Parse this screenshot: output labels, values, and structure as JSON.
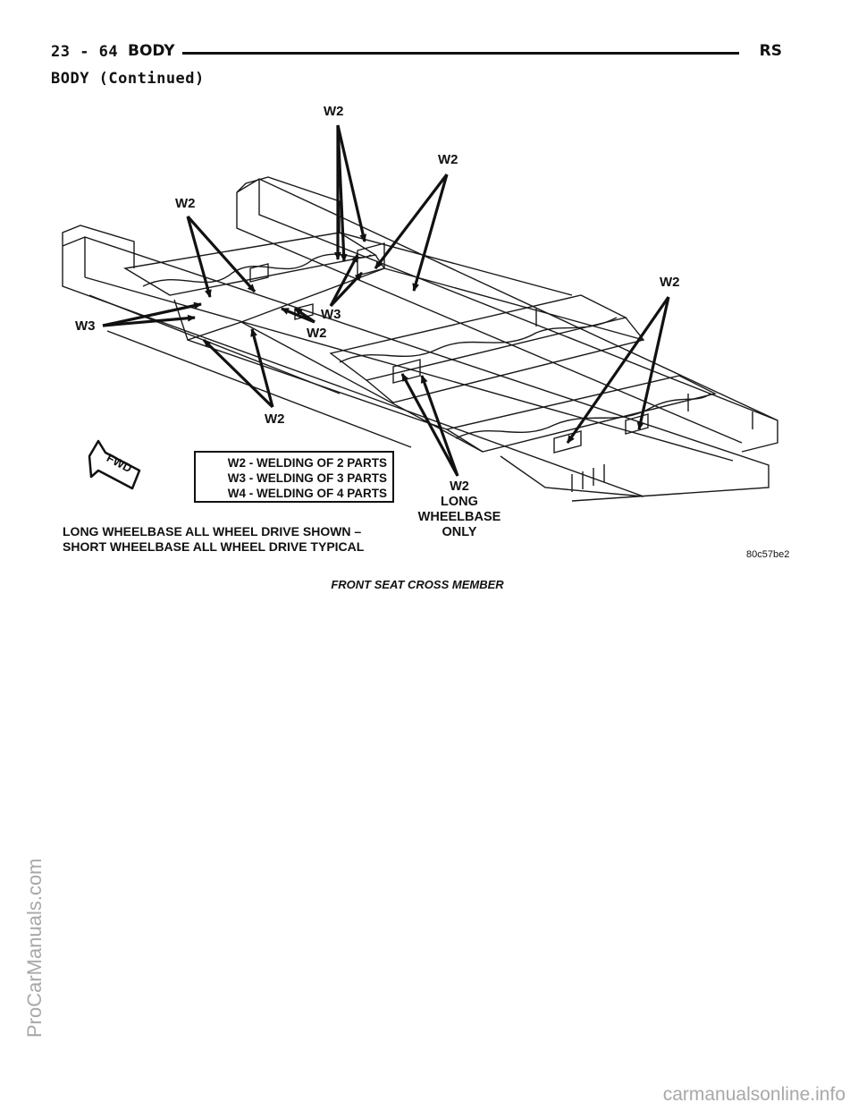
{
  "header": {
    "page_number": "23 - 64",
    "section_title": "BODY",
    "model_code": "RS"
  },
  "subheading": "BODY (Continued)",
  "figure": {
    "callouts": {
      "w2_top": "W2",
      "w2_upper_right": "W2",
      "w2_left": "W2",
      "w2_far_right": "W2",
      "w3_left": "W3",
      "w3_center": "W3",
      "w2_center": "W2",
      "w2_bottom": "W2"
    },
    "legend": [
      "W2 - WELDING OF 2 PARTS",
      "W3 - WELDING OF 3 PARTS",
      "W4 - WELDING OF 4 PARTS"
    ],
    "long_wheelbase_callout": [
      "W2",
      "LONG",
      "WHEELBASE",
      "ONLY"
    ],
    "note_lines": [
      "LONG WHEELBASE ALL WHEEL DRIVE SHOWN –",
      "SHORT WHEELBASE ALL WHEEL DRIVE TYPICAL"
    ],
    "fwd_label": "FWD",
    "figure_id": "80c57be2",
    "caption": "FRONT SEAT CROSS MEMBER"
  },
  "watermarks": {
    "left": "ProCarManuals.com",
    "bottom": "carmanualsonline.info"
  }
}
